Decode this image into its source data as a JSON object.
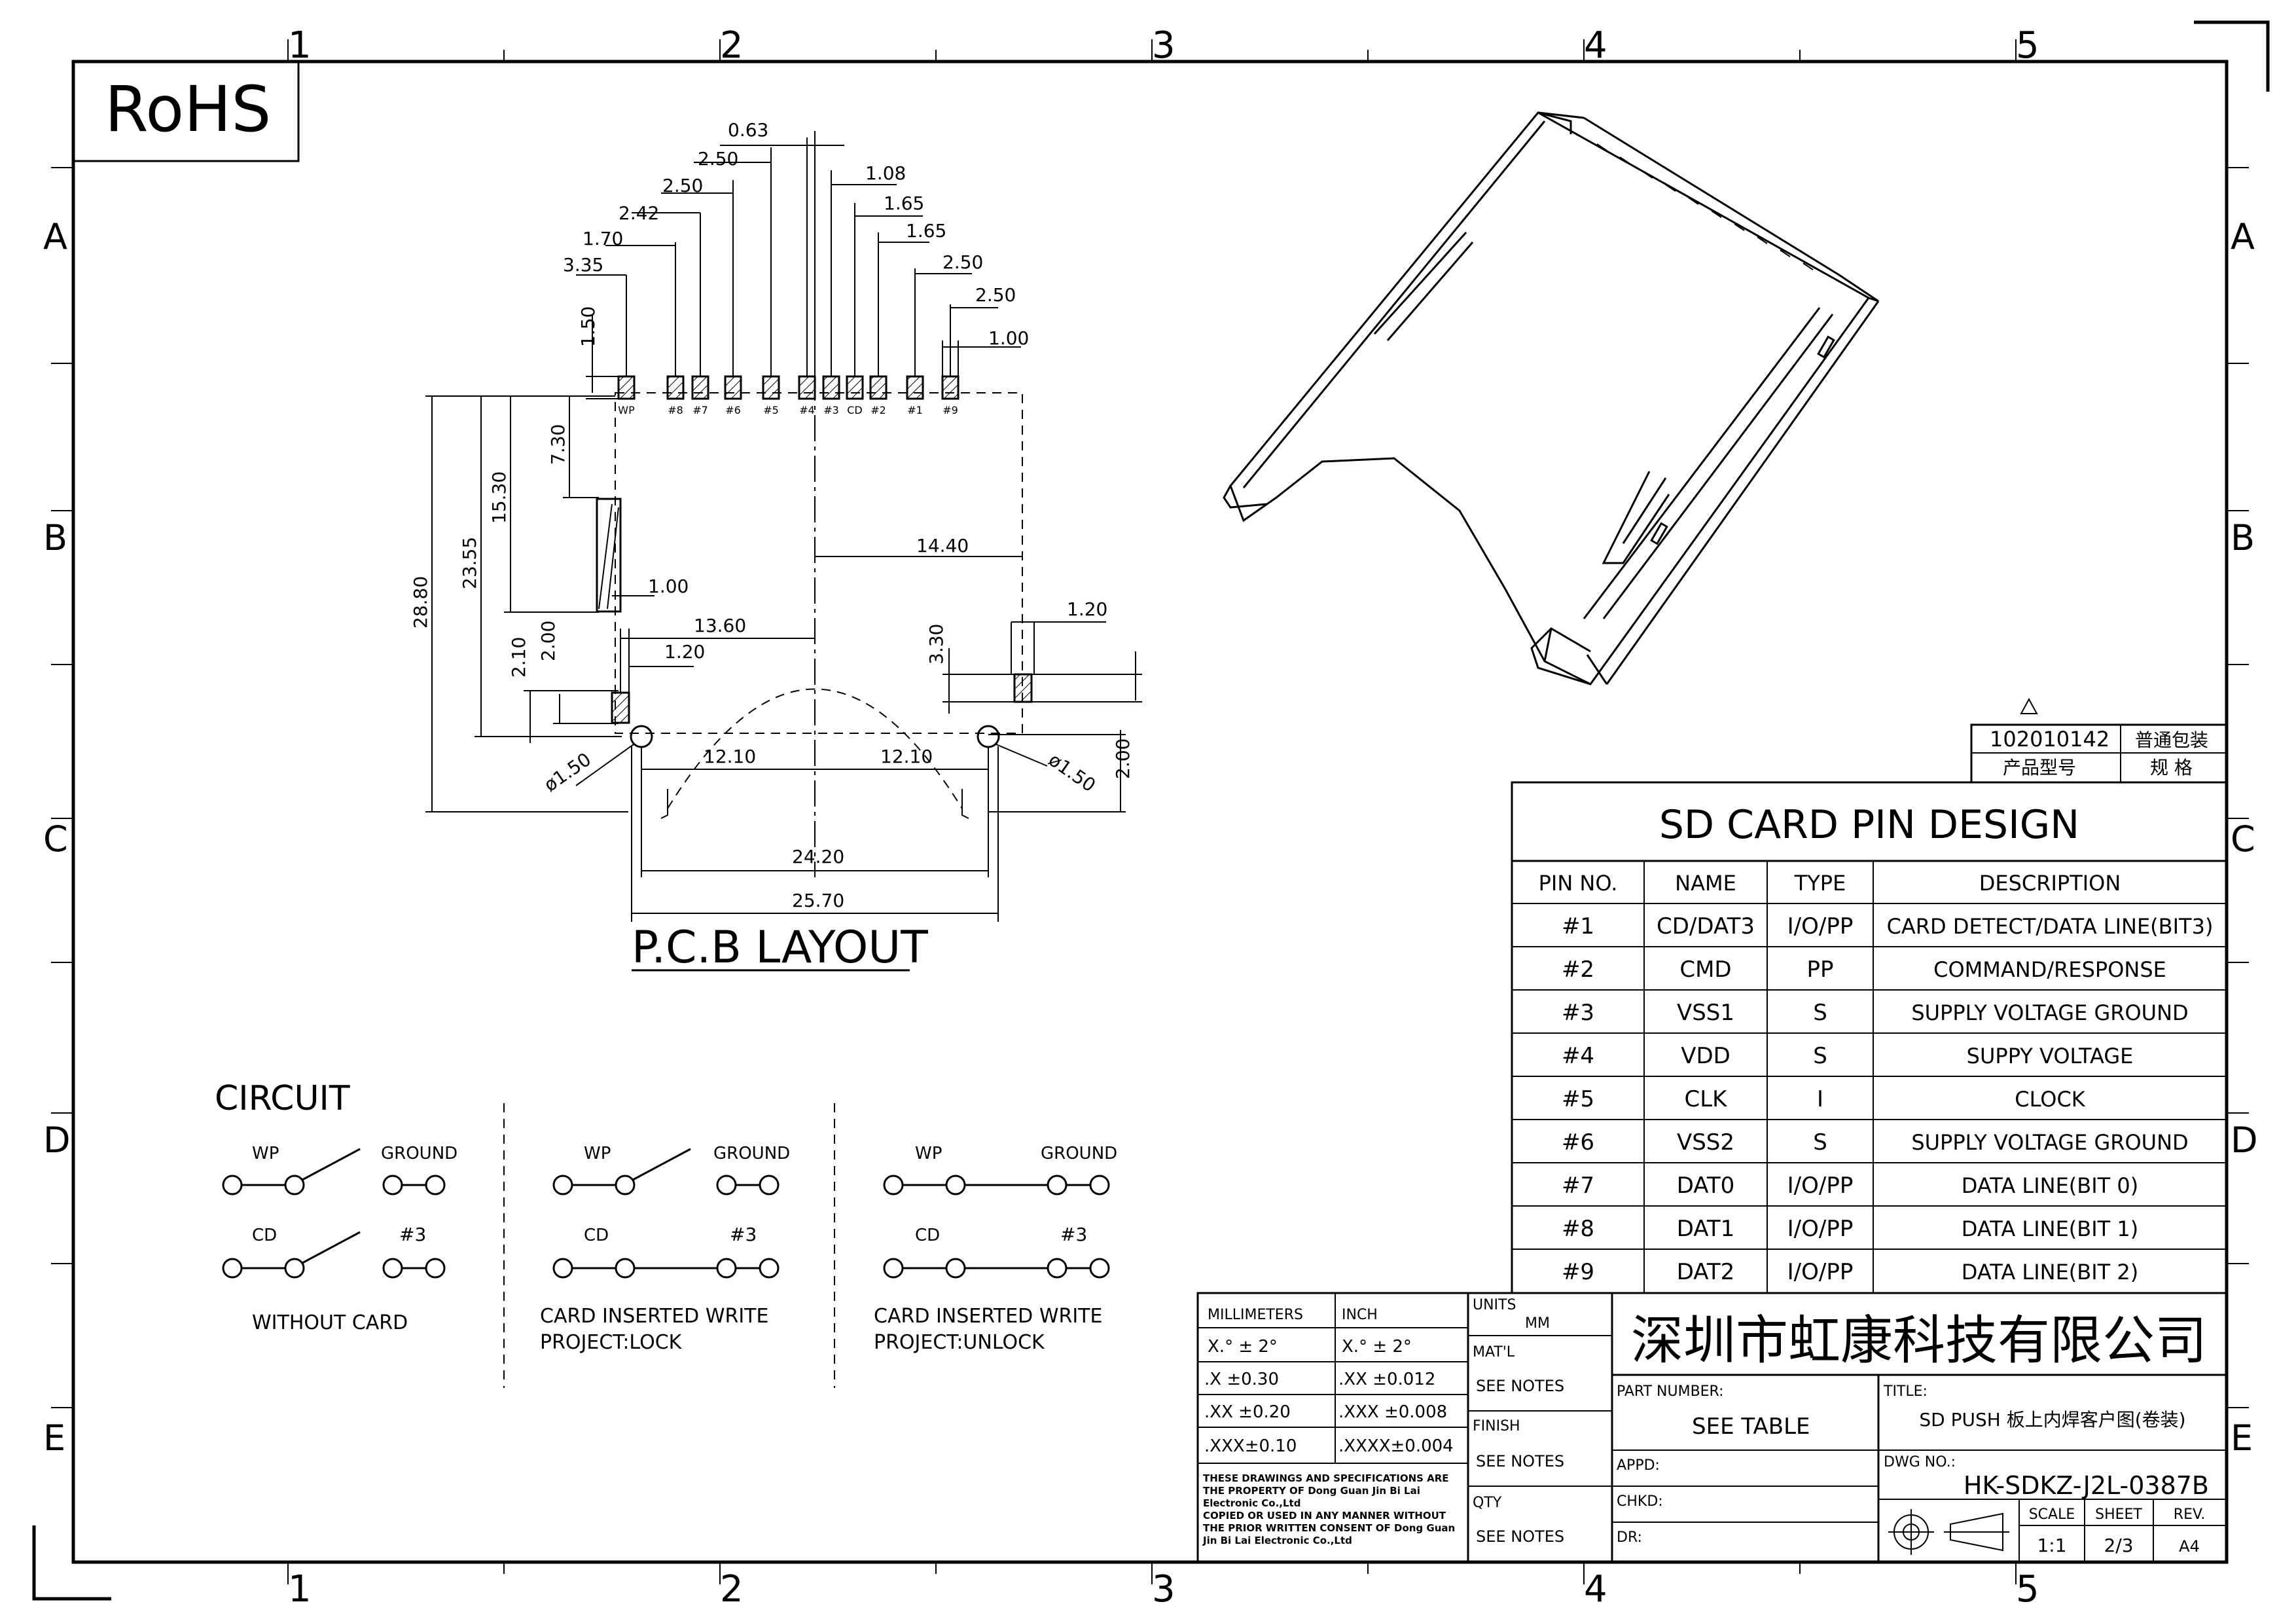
{
  "frame": {
    "columns": [
      "1",
      "2",
      "3",
      "4",
      "5"
    ],
    "rows": [
      "A",
      "B",
      "C",
      "D",
      "E"
    ]
  },
  "rohs": "RoHS",
  "pcb": {
    "title": "P.C.B LAYOUT",
    "pin_labels": [
      "WP",
      "#8",
      "#7",
      "#6",
      "#5",
      "#4",
      "#3",
      "CD",
      "#2",
      "#1",
      "#9"
    ],
    "top_dims": [
      "0.63",
      "2.50",
      "2.50",
      "2.42",
      "1.70",
      "3.35",
      "1.08",
      "1.65",
      "1.65",
      "2.50",
      "2.50",
      "1.00"
    ],
    "pad_height": "1.50",
    "left_dims": [
      "28.80",
      "23.55",
      "15.30",
      "7.30",
      "2.10",
      "2.00"
    ],
    "inner_dims": [
      "1.00",
      "1.20",
      "13.60",
      "14.40",
      "1.20",
      "3.30",
      "2.00"
    ],
    "hole_dia_left": "ø1.50",
    "hole_dia_right": "ø1.50",
    "bottom_dims": [
      "12.10",
      "12.10",
      "24.20",
      "25.70"
    ]
  },
  "circuit": {
    "title": "CIRCUIT",
    "groups": [
      {
        "wp": "WP",
        "ground": "GROUND",
        "cd": "CD",
        "pin3": "#3",
        "caption_lines": [
          "WITHOUT CARD"
        ]
      },
      {
        "wp": "WP",
        "ground": "GROUND",
        "cd": "CD",
        "pin3": "#3",
        "caption_lines": [
          "CARD INSERTED WRITE",
          "PROJECT:LOCK"
        ]
      },
      {
        "wp": "WP",
        "ground": "GROUND",
        "cd": "CD",
        "pin3": "#3",
        "caption_lines": [
          "CARD INSERTED WRITE",
          "PROJECT:UNLOCK"
        ]
      }
    ]
  },
  "part_box": {
    "code": "102010142",
    "packaging": "普通包装",
    "label_model": "产品型号",
    "label_spec": "规 格"
  },
  "pin_table": {
    "title": "SD CARD PIN DESIGN",
    "headers": [
      "PIN NO.",
      "NAME",
      "TYPE",
      "DESCRIPTION"
    ],
    "rows": [
      [
        "#1",
        "CD/DAT3",
        "I/O/PP",
        "CARD DETECT/DATA LINE(BIT3)"
      ],
      [
        "#2",
        "CMD",
        "PP",
        "COMMAND/RESPONSE"
      ],
      [
        "#3",
        "VSS1",
        "S",
        "SUPPLY VOLTAGE GROUND"
      ],
      [
        "#4",
        "VDD",
        "S",
        "SUPPY VOLTAGE"
      ],
      [
        "#5",
        "CLK",
        "I",
        "CLOCK"
      ],
      [
        "#6",
        "VSS2",
        "S",
        "SUPPLY VOLTAGE GROUND"
      ],
      [
        "#7",
        "DAT0",
        "I/O/PP",
        "DATA LINE(BIT 0)"
      ],
      [
        "#8",
        "DAT1",
        "I/O/PP",
        "DATA LINE(BIT 1)"
      ],
      [
        "#9",
        "DAT2",
        "I/O/PP",
        "DATA LINE(BIT 2)"
      ]
    ]
  },
  "title_block": {
    "tolerance": {
      "head_mm": "MILLIMETERS",
      "head_inch": "INCH",
      "rows": [
        [
          "X.° ± 2°",
          "X.° ± 2°"
        ],
        [
          ".X ±0.30",
          ".XX ±0.012"
        ],
        [
          ".XX ±0.20",
          ".XXX ±0.008"
        ],
        [
          ".XXX±0.10",
          ".XXXX±0.004"
        ]
      ],
      "notice_lines": [
        "THESE DRAWINGS AND SPECIFICATIONS ARE",
        "THE PROPERTY OF Dong Guan Jin Bi Lai",
        "Electronic Co.,Ltd",
        "COPIED OR USED IN ANY MANNER WITHOUT",
        "THE PRIOR WRITTEN CONSENT OF Dong Guan",
        "Jin Bi Lai Electronic Co.,Ltd"
      ]
    },
    "units_label": "UNITS",
    "units_value": "MM",
    "matl_label": "MAT'L",
    "matl_value": "SEE NOTES",
    "finish_label": "FINISH",
    "finish_value": "SEE NOTES",
    "qty_label": "QTY",
    "qty_value": "SEE NOTES",
    "company": "深圳市虹康科技有限公司",
    "part_number_label": "PART NUMBER:",
    "part_number_value": "SEE TABLE",
    "title_label": "TITLE:",
    "title_value": "SD PUSH 板上内焊客户图(卷装)",
    "appd_label": "APPD:",
    "chkd_label": "CHKD:",
    "dr_label": "DR:",
    "dwg_label": "DWG NO.:",
    "dwg_value": "HK-SDKZ-J2L-0387B",
    "scale_label": "SCALE",
    "scale_value": "1:1",
    "sheet_label": "SHEET",
    "sheet_value": "2/3",
    "rev_label": "REV.",
    "rev_value": "A4"
  }
}
